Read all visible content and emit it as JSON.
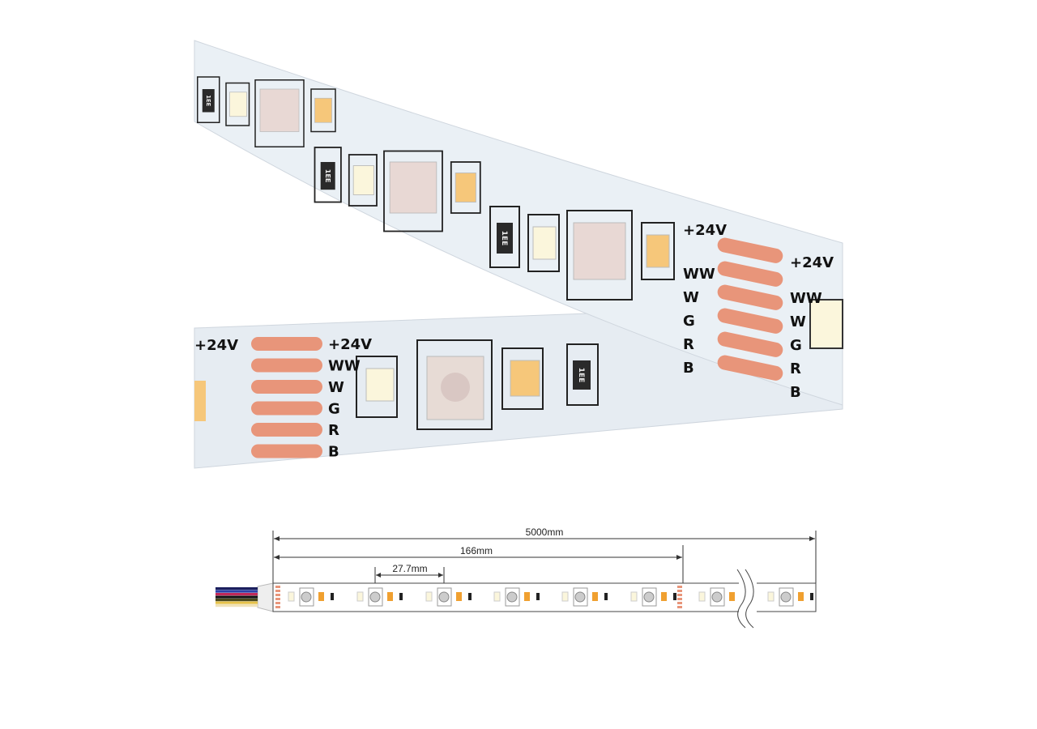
{
  "photo": {
    "pad_labels": [
      "+24V",
      "WW",
      "W",
      "G",
      "R",
      "B"
    ],
    "resistor_marking": "1EE",
    "colors": {
      "strip": "#e9eef3",
      "pad": "#e8957a",
      "warm_led": "#f6c77a",
      "white_led": "#fbf6dc",
      "rgb_led": "#e8d8d4"
    }
  },
  "diagram": {
    "total_length": "5000mm",
    "cut_length": "166mm",
    "led_pitch": "27.7mm",
    "wire_colors": [
      "#1b1f5e",
      "#2b3fa8",
      "#c2285a",
      "#111111",
      "#4b4a1e",
      "#e6c24a",
      "#efe2b8"
    ]
  }
}
